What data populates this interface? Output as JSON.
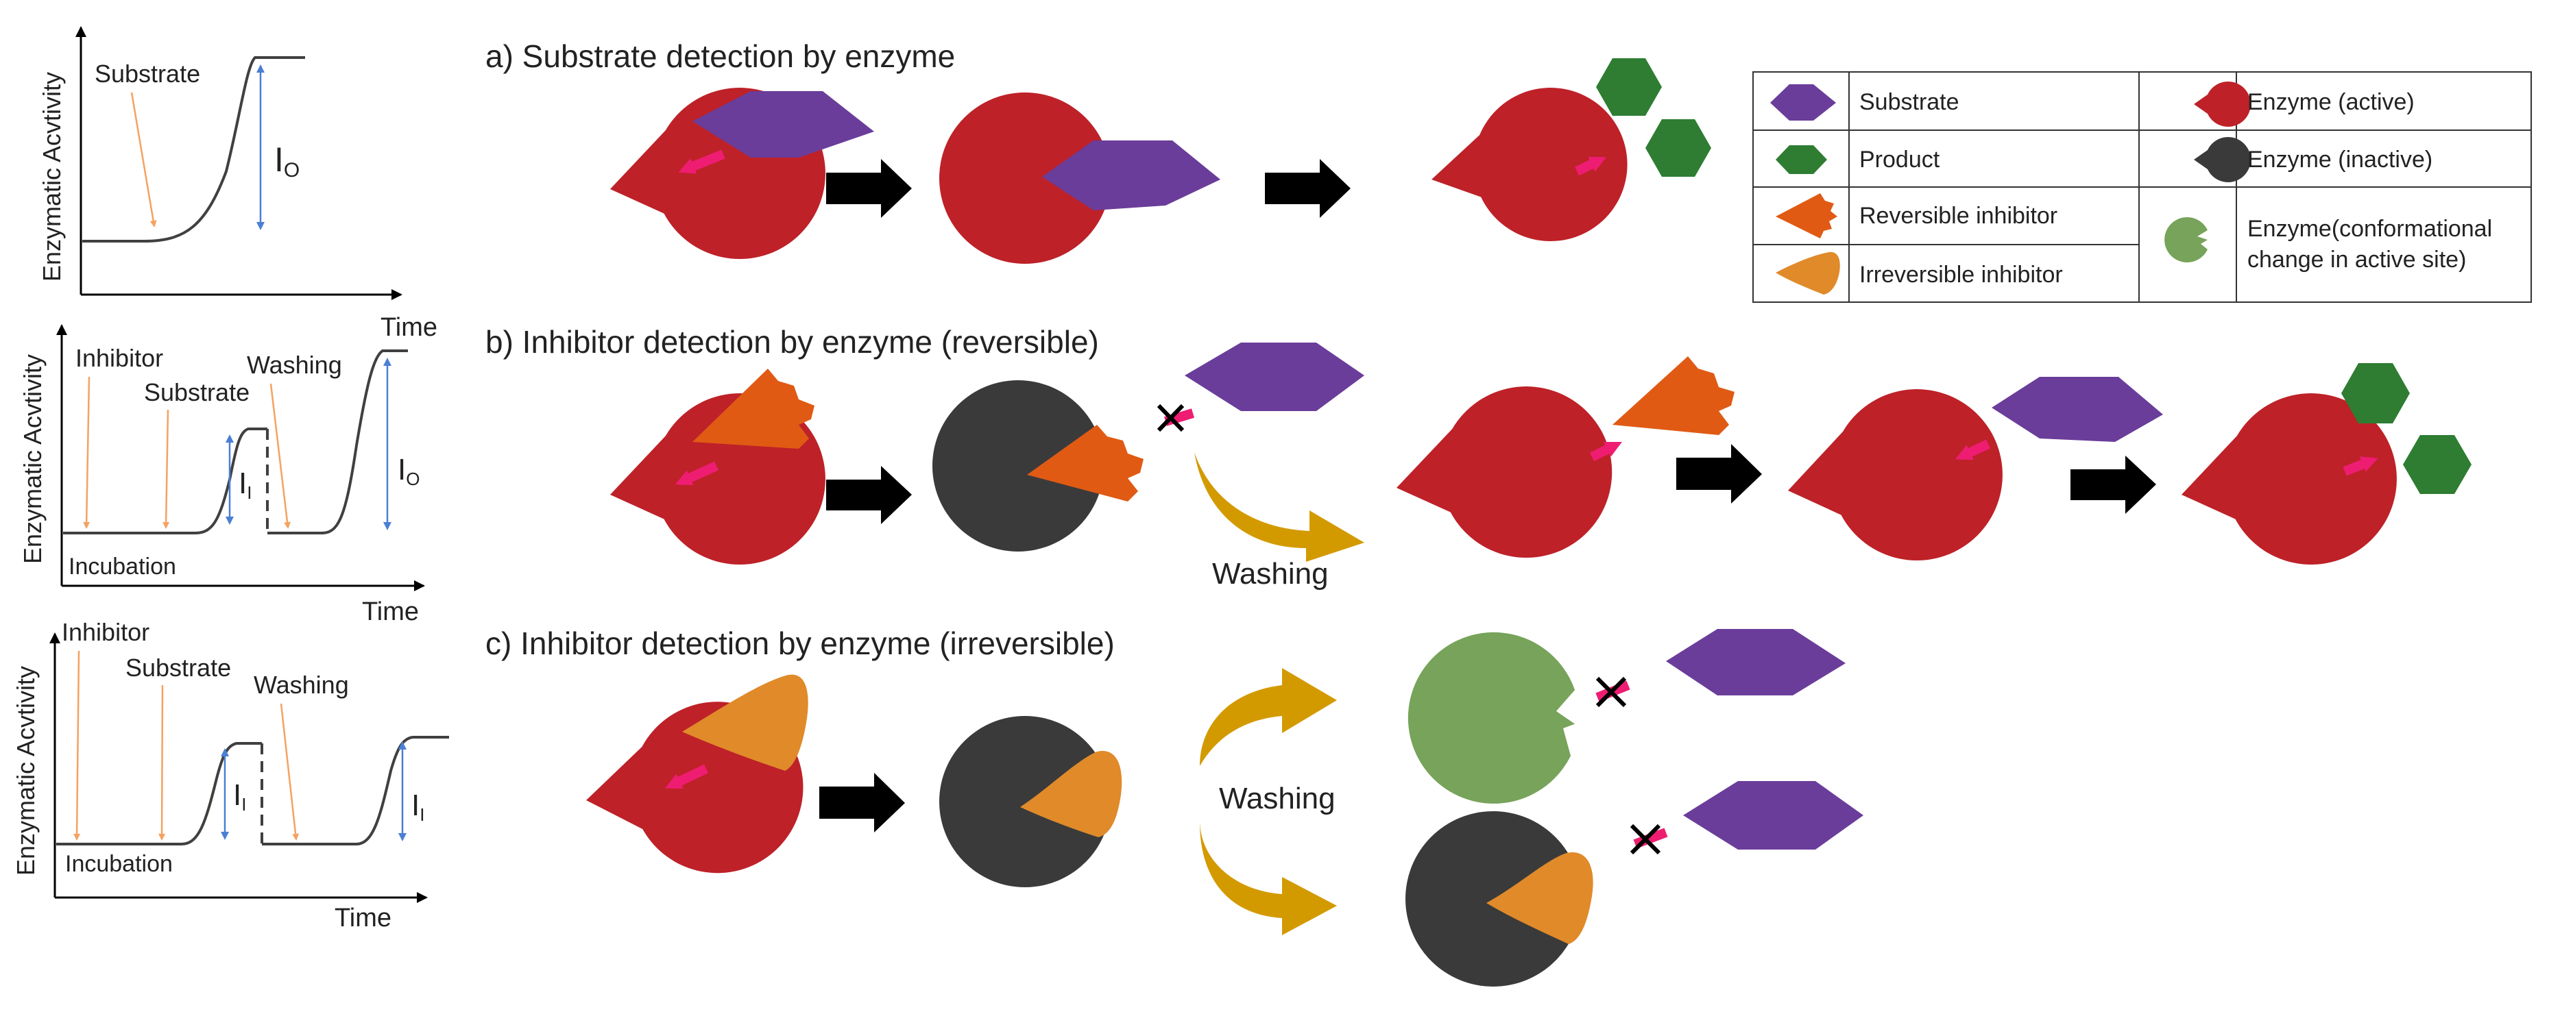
{
  "colors": {
    "enzyme_active": "#be2128",
    "enzyme_inactive": "#3a3a3a",
    "enzyme_conformational": "#77a35a",
    "substrate": "#6a3d9a",
    "product": "#2e7d32",
    "reversible_inhibitor": "#e05a14",
    "irreversible_inhibitor": "#e08a2a",
    "pointer_arrow": "#ee1d72",
    "process_arrow": "#000000",
    "washing_arrow": "#d39a00",
    "trigger_arrow": "#f4a261",
    "level_arrow": "#4a7fd4",
    "curve": "#404040"
  },
  "graphs": {
    "a": {
      "ylabel": "Enzymatic Acvtivity",
      "xlabel": "Time",
      "substrate": "Substrate",
      "io": "I",
      "io_sub": "O"
    },
    "b": {
      "ylabel": "Enzymatic Acvtivity",
      "xlabel": "Time",
      "inhibitor": "Inhibitor",
      "substrate": "Substrate",
      "washing": "Washing",
      "incubation": "Incubation",
      "ii": "I",
      "ii_sub": "I",
      "io": "I",
      "io_sub": "O"
    },
    "c": {
      "ylabel": "Enzymatic Acvtivity",
      "xlabel": "Time",
      "inhibitor": "Inhibitor",
      "substrate": "Substrate",
      "washing": "Washing",
      "incubation": "Incubation",
      "ii": "I",
      "ii_sub": "I",
      "ii2": "I",
      "ii2_sub": "I"
    }
  },
  "panels": {
    "a_title": "a) Substrate detection by enzyme",
    "b_title": "b) Inhibitor detection by enzyme (reversible)",
    "c_title": "c) Inhibitor detection by enzyme (irreversible)",
    "b_washing": "Washing",
    "c_washing": "Washing"
  },
  "legend": {
    "substrate": "Substrate",
    "product": "Product",
    "reversible": "Reversible inhibitor",
    "irreversible": "Irreversible inhibitor",
    "active": "Enzyme (active)",
    "inactive": "Enzyme (inactive)",
    "conformational_1": "Enzyme(conformational",
    "conformational_2": "change in active site)"
  },
  "icons": [
    "enzyme-icon",
    "substrate-icon",
    "product-icon",
    "reversible-inhibitor-icon",
    "irreversible-inhibitor-icon",
    "block-x-icon"
  ]
}
